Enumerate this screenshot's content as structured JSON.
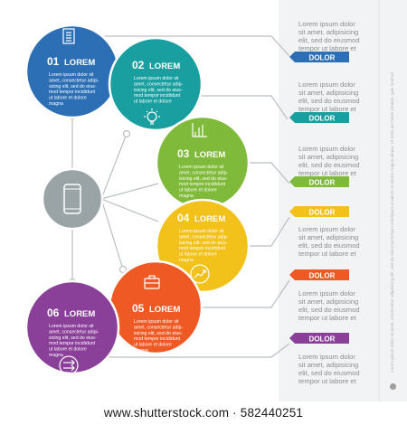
{
  "colors": {
    "blue": "#2c6fb5",
    "teal": "#1a9fa0",
    "green": "#7fba3a",
    "yellow": "#f2c21b",
    "orange": "#ef5a24",
    "purple": "#8a3f98",
    "grey": "#9aa4a6",
    "line": "#b9bfc2",
    "right_bg": "#f2f3f4",
    "text_grey": "#8c8c8c"
  },
  "circles": [
    {
      "number": "01",
      "title": "LOREM",
      "icon": "document-icon",
      "color": "blue",
      "text": [
        "Lorem ipsum dolor sit",
        "amet, consectetur adipi-",
        "sicing elit, sed do eius-",
        "mod tempor incididunt",
        "ut labore et dolore",
        "magna"
      ]
    },
    {
      "number": "02",
      "title": "LOREM",
      "icon": "lightbulb-icon",
      "color": "teal",
      "text": [
        "Lorem ipsum dolor sit",
        "amet, consectetur adip-",
        "isicing elit, sed do eius-",
        "mod tempor incididunt",
        "ut labore et dolore"
      ]
    },
    {
      "number": "03",
      "title": "LOREM",
      "icon": "bar-chart-icon",
      "color": "green",
      "text": [
        "Lorem ipsum dolor sit",
        "amet, consectetur adip-",
        "isicing elit, sed do eius-",
        "mod tempor incididunt",
        "ut labore et dolore",
        "magna"
      ]
    },
    {
      "number": "04",
      "title": "LOREM",
      "icon": "trend-arrow-icon",
      "color": "yellow",
      "text": [
        "Lorem ipsum dolor sit",
        "amet, consectetur adip-",
        "isicing elit, sed do eius-",
        "mod tempor incididunt",
        "ut labore et dolore",
        "magna"
      ]
    },
    {
      "number": "05",
      "title": "LOREM",
      "icon": "briefcase-icon",
      "color": "orange",
      "text": [
        "Lorem ipsum dolor sit",
        "amet, consectetur adip-",
        "isicing elit, sed do eius-",
        "mod tempor incididunt",
        "ut labore et dolore",
        "magna"
      ]
    },
    {
      "number": "06",
      "title": "LOREM",
      "icon": "shuffle-arrows-icon",
      "color": "purple",
      "text": [
        "Lorem ipsum dolor sit",
        "amet, consectetur adipi-",
        "sicing elit, sed do eius-",
        "mod tempor incididunt",
        "ut labore et dolore",
        "magna"
      ]
    }
  ],
  "center_icon": "smartphone-icon",
  "descriptions": [
    {
      "lines": [
        "Lorem ipsum dolor",
        "sit amet, adipisicing",
        "elit, sed do eiusmod",
        "tempor ut labore et"
      ],
      "tag": "DOLOR",
      "color": "blue"
    },
    {
      "lines": [
        "Lorem ipsum dolor",
        "sit amet, adipisicing",
        "elit, sed do eiusmod",
        "tempor ut labore et"
      ],
      "tag": "DOLOR",
      "color": "teal"
    },
    {
      "lines": [
        "Lorem ipsum dolor",
        "sit amet, adipisicing",
        "elit, sed do eiusmod",
        "tempor ut labore et"
      ],
      "tag": "DOLOR",
      "color": "green"
    },
    {
      "lines": [
        "Lorem ipsum dolor",
        "sit amet, adipisicing",
        "elit, sed do eiusmod",
        "tempor ut labore et"
      ],
      "tag": "DOLOR",
      "color": "yellow"
    },
    {
      "lines": [
        "Lorem ipsum dolor",
        "sit amet, adipisicing",
        "elit, sed do eiusmod",
        "tempor ut labore et"
      ],
      "tag": "DOLOR",
      "color": "orange"
    },
    {
      "lines": [
        "Lorem ipsum dolor",
        "sit amet, adipisicing",
        "elit, sed do eiusmod",
        "tempor ut labore et"
      ],
      "tag": "DOLOR",
      "color": "purple"
    }
  ],
  "sidebar_text": "Lorem ipsum dolor sit amet, consectetur adipisicing elit, sed do eiusmod tempor incididunt ut labore et dolore magna aliqua. Ut enim ad minim veniam, quis nostrud",
  "watermark": "www.shutterstock.com · 582440251"
}
